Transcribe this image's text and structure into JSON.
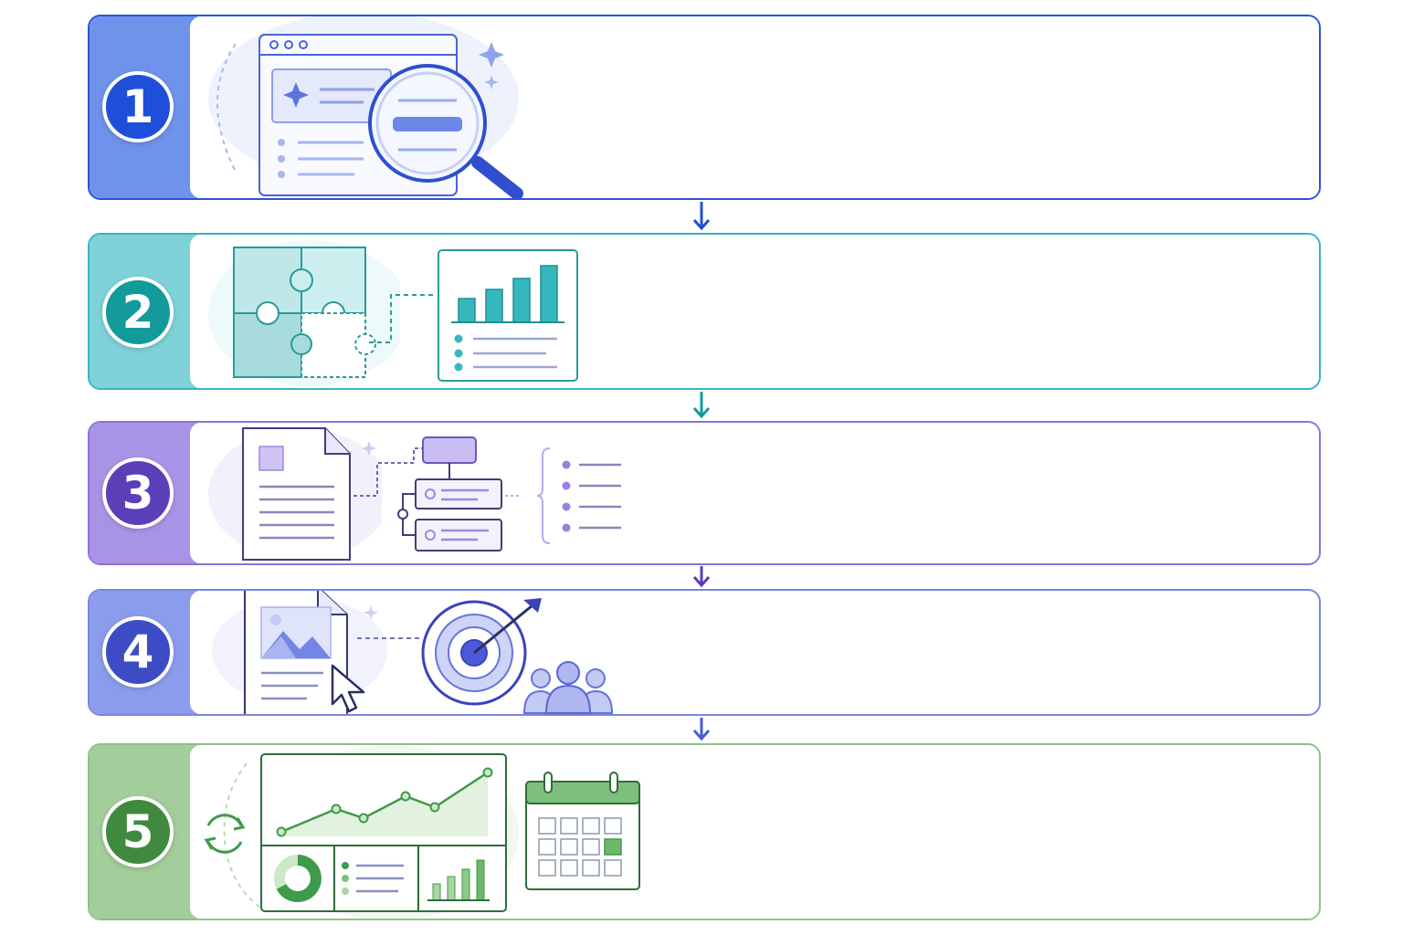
{
  "steps": [
    {
      "number": "1",
      "color": "#1f4fd8",
      "side": "#6f93ea",
      "border": "#2a55d6"
    },
    {
      "number": "2",
      "color": "#139a9a",
      "side": "#7ed2d8",
      "border": "#37b5bf"
    },
    {
      "number": "3",
      "color": "#5a3fb8",
      "side": "#a894e6",
      "border": "#8b72d8"
    },
    {
      "number": "4",
      "color": "#3d4cc4",
      "side": "#8c9cec",
      "border": "#7a86dc"
    },
    {
      "number": "5",
      "color": "#3f8a3f",
      "side": "#a3cd9a",
      "border": "#8cc287"
    }
  ],
  "icons": [
    "browser-search-icon",
    "puzzle-icon",
    "bar-chart-card-icon",
    "document-icon",
    "flowchart-icon",
    "bullet-list-icon",
    "image-document-icon",
    "cursor-icon",
    "target-icon",
    "audience-icon",
    "refresh-icon",
    "dashboard-icon",
    "calendar-icon",
    "arrow-down-icon"
  ]
}
